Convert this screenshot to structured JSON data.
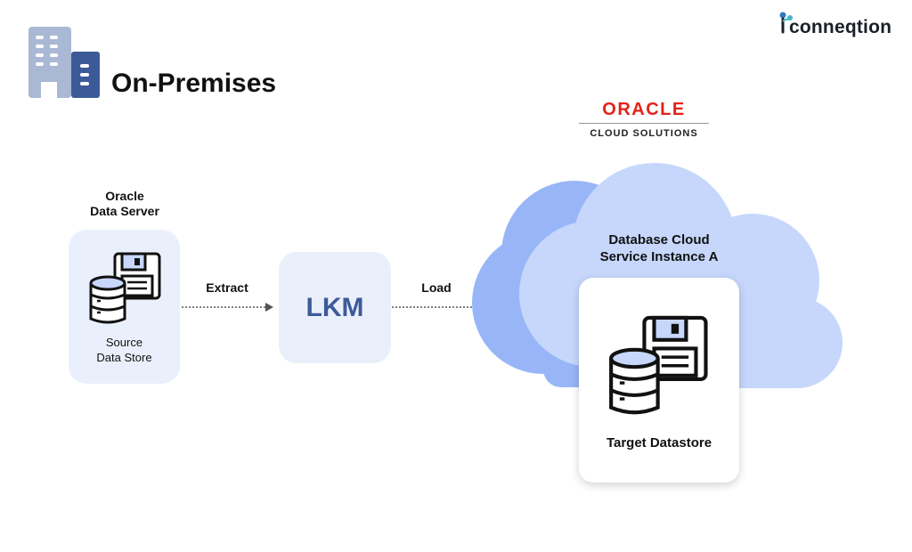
{
  "brand": {
    "name": "conneqtion"
  },
  "on_premises": {
    "title": "On-Premises",
    "icon": "building-icon"
  },
  "oracle_cloud": {
    "logo_text": "ORACLE",
    "subtitle": "CLOUD SOLUTIONS"
  },
  "source_server": {
    "title_line1": "Oracle",
    "title_line2": "Data Server",
    "store_line1": "Source",
    "store_line2": "Data Store",
    "icon": "database-floppy-icon"
  },
  "lkm": {
    "label": "LKM"
  },
  "arrows": {
    "extract_label": "Extract",
    "load_label": "Load"
  },
  "cloud_instance": {
    "title_line1": "Database Cloud",
    "title_line2": "Service Instance A"
  },
  "target": {
    "label": "Target Datastore",
    "icon": "database-floppy-icon"
  },
  "colors": {
    "card_bg": "#eaf0fb",
    "cloud_light": "#c6d7fb",
    "cloud_dark": "#98b6f7",
    "accent": "#3d5a98",
    "oracle_red": "#e2231a"
  }
}
